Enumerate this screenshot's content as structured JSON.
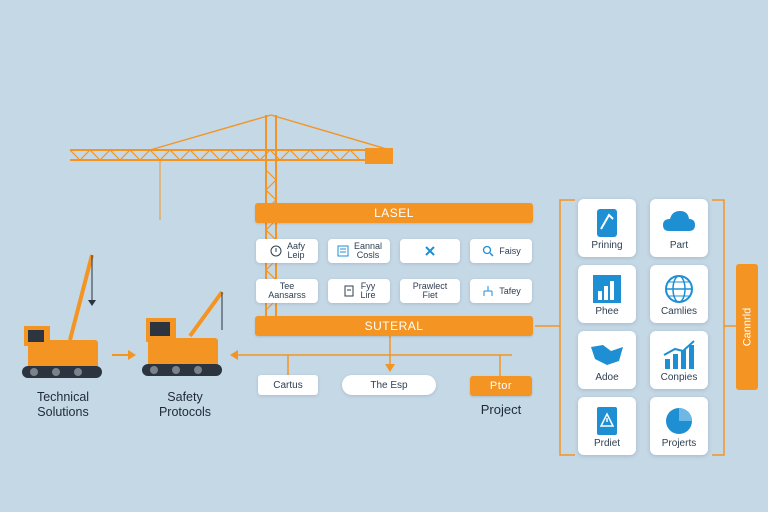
{
  "left": {
    "machine1_caption": [
      "Technical",
      "Solutions"
    ],
    "machine2_caption": [
      "Safety",
      "Protocols"
    ]
  },
  "bars": {
    "top": "LASEL",
    "middle": "SUTERAL"
  },
  "cards": [
    {
      "lines": [
        "Aafy",
        "Leip"
      ],
      "icon": "info-circle-icon"
    },
    {
      "lines": [
        "Eannal",
        "Cosls"
      ],
      "icon": "document-icon"
    },
    {
      "lines": [],
      "icon": "wrench-icon"
    },
    {
      "lines": [
        "Faisy"
      ],
      "icon": "search-icon"
    },
    {
      "lines": [
        "Tee",
        "Aansarss"
      ],
      "icon": "none"
    },
    {
      "lines": [
        "Fyy",
        "Lire"
      ],
      "icon": "clipboard-icon"
    },
    {
      "lines": [
        "Prawlect",
        "Fiet"
      ],
      "icon": "none"
    },
    {
      "lines": [
        "Tafey"
      ],
      "icon": "hierarchy-icon"
    }
  ],
  "bottom": {
    "pill1": "Cartus",
    "pill2": "The Esp",
    "orange_label": "Ptor",
    "project": "Project"
  },
  "tiles": [
    {
      "label": "Prining",
      "icon": "tablet-icon"
    },
    {
      "label": "Part",
      "icon": "cloud-icon"
    },
    {
      "label": "Phee",
      "icon": "bar-chart-icon"
    },
    {
      "label": "Camlies",
      "icon": "globe-icon"
    },
    {
      "label": "Adoe",
      "icon": "handshake-icon"
    },
    {
      "label": "Conpies",
      "icon": "growth-chart-icon"
    },
    {
      "label": "Prdiet",
      "icon": "warning-document-icon"
    },
    {
      "label": "Projerts",
      "icon": "pie-chart-icon"
    }
  ],
  "side_tab": "Cannrld",
  "colors": {
    "orange": "#f39423",
    "blue": "#1f8fd4",
    "background": "#c5d8e6"
  }
}
